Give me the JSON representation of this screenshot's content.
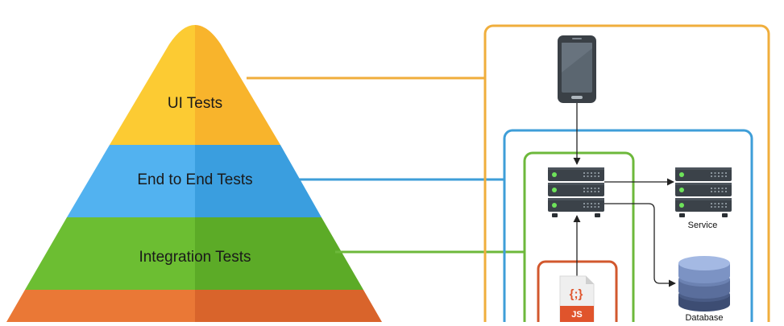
{
  "pyramid": {
    "layers": [
      {
        "label": "UI Tests",
        "color": "#fccb33",
        "shade": "#f8b42c"
      },
      {
        "label": "End to End Tests",
        "color": "#52b2f0",
        "shade": "#3a9edf"
      },
      {
        "label": "Integration Tests",
        "color": "#6cbe32",
        "shade": "#5cab27"
      },
      {
        "label": "",
        "color": "#ea7836",
        "shade": "#d9642b"
      }
    ]
  },
  "architecture": {
    "service_label": "Service",
    "database_label": "Database",
    "js_label": "JS",
    "js_braces": "{;}",
    "colors": {
      "ui_frame": "#f0ae3c",
      "e2e_frame": "#3e9ed8",
      "integration_frame": "#6db83b",
      "unit_frame": "#d2582e"
    }
  }
}
